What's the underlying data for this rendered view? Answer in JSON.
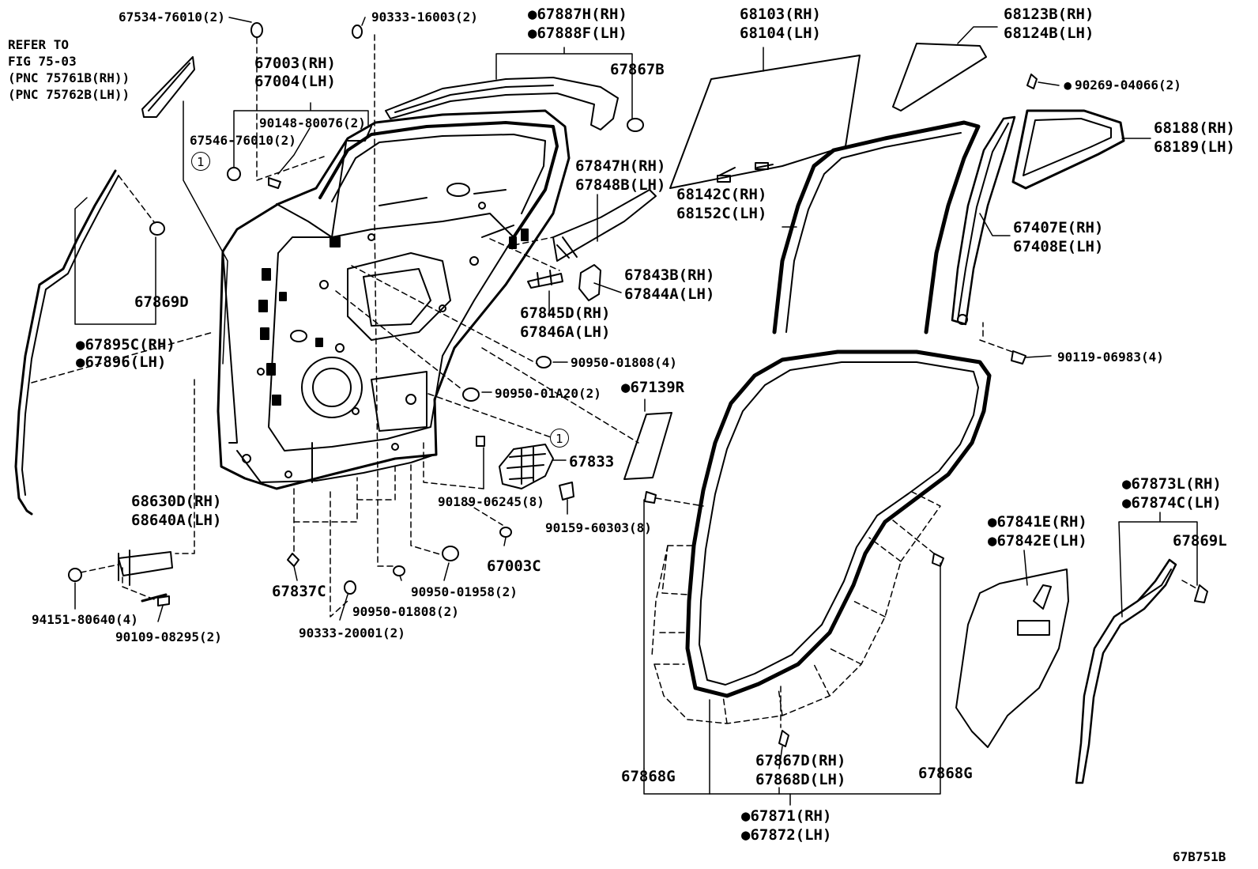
{
  "diagram_id": "67B751B",
  "bullet": "●",
  "reference": [
    "REFER TO",
    "FIG 75-03",
    "(PNC 75761B(RH))",
    "(PNC 75762B(LH))"
  ],
  "circled_marker": "1",
  "labels": {
    "p67534": "67534-76010(2)",
    "p90333a": "90333-16003(2)",
    "p67887": "●67887H(RH)",
    "p67888": "●67888F(LH)",
    "p68103": "68103(RH)",
    "p68104": "68104(LH)",
    "p68123": "68123B(RH)",
    "p68124": "68124B(LH)",
    "p67003rh": "67003(RH)",
    "p67004lh": "67004(LH)",
    "p67867b": "67867B",
    "p90269": "90269-04066(2)",
    "p90148": "90148-80076(2)",
    "p67546": "67546-76010(2)",
    "p68188": "68188(RH)",
    "p68189": "68189(LH)",
    "p67847": "67847H(RH)",
    "p67848": "67848B(LH)",
    "p68142": "68142C(RH)",
    "p68152": "68152C(LH)",
    "p67407": "67407E(RH)",
    "p67408": "67408E(LH)",
    "p67869d": "67869D",
    "p67843": "67843B(RH)",
    "p67844": "67844A(LH)",
    "p67845": "67845D(RH)",
    "p67846": "67846A(LH)",
    "p67895": "●67895C(RH)",
    "p67896": "●67896(LH)",
    "p90119": "90119-06983(4)",
    "p90950a": "90950-01808(4)",
    "p67139": "●67139R",
    "p90950b": "90950-01A20(2)",
    "p67833": "67833",
    "p90189": "90189-06245(8)",
    "p68630": "68630D(RH)",
    "p68640": "68640A(LH)",
    "p67873": "●67873L(RH)",
    "p67874": "●67874C(LH)",
    "p90159": "90159-60303(8)",
    "p67841": "●67841E(RH)",
    "p67842": "●67842E(LH)",
    "p67869l": "67869L",
    "p67003c": "67003C",
    "p67837": "67837C",
    "p90950c": "90950-01958(2)",
    "p94151": "94151-80640(4)",
    "p90950d": "90950-01808(2)",
    "p90109": "90109-08295(2)",
    "p90333b": "90333-20001(2)",
    "p67867d": "67867D(RH)",
    "p67868d": "67868D(LH)",
    "p67868g1": "67868G",
    "p67868g2": "67868G",
    "p67871": "●67871(RH)",
    "p67872": "●67872(LH)"
  }
}
